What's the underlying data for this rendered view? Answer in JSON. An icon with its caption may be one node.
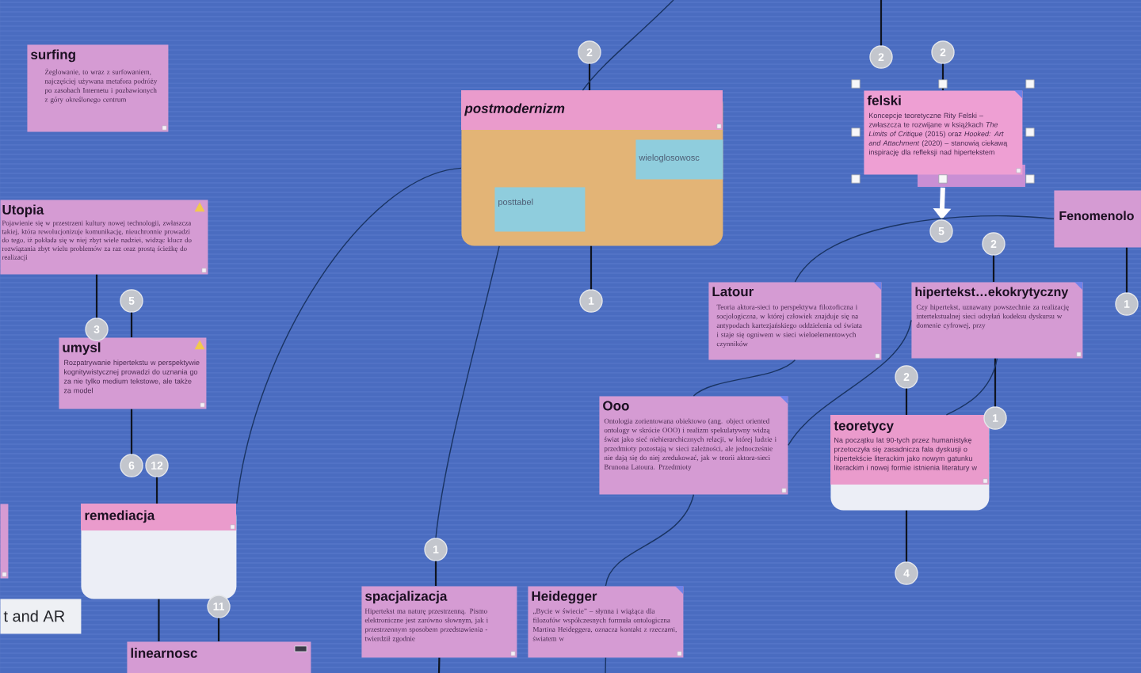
{
  "diagram": {
    "nodes": [
      {
        "text": [
          "surfing",
          "Żeglowanie, to wraz z surfowaniem, najczęściej używana metafora podróży po zasobach Internetu i pozbawionych z góry określonego centrum"
        ]
      },
      {
        "text": [
          "Utopia",
          "Pojawienie się w przestrzeni kultury nowej technologii, zwłaszcza takiej, która rewolucjonizuje komunikację, nieuchronnie prowadzi do tego, iż pokłada się w niej zbyt wiele nadziei, widząc klucz do rozwiązania zbyt wielu problemów za raz oraz prostą ścieżkę do realizacji"
        ]
      },
      {
        "text": [
          "umysl",
          "Rozpatrywanie hipertekstu w perspektywie kognitywistycznej prowadzi do uznania go za nie tylko medium tekstowe, ale także za model"
        ]
      },
      {
        "text": [],
        "shape": "box"
      },
      {
        "text": [
          "remediacja"
        ]
      },
      {
        "text": [
          "t and AR"
        ]
      },
      {
        "text": [
          "linearnosc"
        ]
      },
      {
        "text": [
          "postmodernizm"
        ]
      },
      {
        "text": [
          "wieloglosowosc"
        ],
        "in": 7
      },
      {
        "text": [
          "posttabel"
        ],
        "in": 7
      },
      {
        "text": [
          "spacjalizacja",
          "Hipertekst ma naturę przestrzenną. Pismo elektroniczne jest zarówno słownym, jak i przestrzennym sposobem przedstawienia - twierdził zgodnie"
        ]
      },
      {
        "text": [
          "Heidegger",
          "„Bycie w świecie” – słynna i wiążąca dla filozofów współczesnych formuła ontologiczna Martina Heideggera, oznacza kontakt z rzeczami, światem w"
        ]
      },
      {
        "text": [
          "felski",
          "Koncepcje teoretyczne Rity Felski – zwłaszcza te rozwijane w książkach *The Limits of Critique* (2015) oraz *Hooked: Art and Attachment* (2020) – stanowią ciekawą inspirację dla refleksji nad hipertekstem"
        ]
      },
      {
        "text": [
          "Fenomenolo"
        ]
      },
      {
        "text": [
          "Latour",
          "Teoria aktora-sieci to perspektywa filozoficzna i socjologiczna, w której człowiek znajduje się na antypodach kartezjańskiego oddzielenia od świata i staje się ogniwem w sieci wieloelementowych czynników"
        ]
      },
      {
        "text": [
          "hipertekst…ekokrytyczny",
          "Czy hipertekst, uznawany powszechnie za realizację intertekstualnej sieci odsyłań kodeksu dyskursu w domenie cyfrowej, przy"
        ]
      },
      {
        "text": [
          "Ooo",
          "Ontologia zorientowana obiektowo (ang. object oriented ontology w skrócie OOO) i realizm spekulatywny widzą świat jako sieć niehierarchicznych relacji, w której ludzie i przedmioty pozostają w sieci zależności, ale jednocześnie nie dają się do niej zredukować, jak w teorii aktora-sieci Brunona Latoura. Przedmioty"
        ]
      },
      {
        "text": [
          "teoretycy",
          "Na początku lat 90-tych przez humanistykę przetoczyła się zasadnicza fala dyskusji o hipertekście literackim jako nowym gatunku literackim i nowej formie istnienia literatury w"
        ]
      },
      {
        "text": [
          "2"
        ]
      },
      {
        "text": [
          "2"
        ]
      },
      {
        "text": [
          "2"
        ]
      },
      {
        "text": [
          "5"
        ]
      },
      {
        "text": [
          "2"
        ]
      },
      {
        "text": [
          "5"
        ]
      },
      {
        "text": [
          "1"
        ]
      },
      {
        "text": [
          "1"
        ]
      },
      {
        "text": [
          "3"
        ]
      },
      {
        "text": [
          "2"
        ]
      },
      {
        "text": [
          "1"
        ]
      },
      {
        "text": [
          "6"
        ]
      },
      {
        "text": [
          "12"
        ]
      },
      {
        "text": [
          "1"
        ]
      },
      {
        "text": [
          "4"
        ]
      },
      {
        "text": [
          "11"
        ]
      }
    ],
    "edges": [
      {
        "from": 18,
        "to": 7,
        "arrow": "none"
      },
      {
        "from": 7,
        "to": 24,
        "arrow": "none"
      },
      {
        "from": null,
        "to": 7,
        "arrow": "none",
        "color": "#1a3463"
      },
      {
        "from": null,
        "to": 19,
        "arrow": "none"
      },
      {
        "from": 20,
        "to": 12,
        "arrow": "none"
      },
      {
        "from": 12,
        "to": 21,
        "arrow": "to",
        "style": "thick",
        "color": "#ffffff"
      },
      {
        "from": 22,
        "to": 15,
        "arrow": "none"
      },
      {
        "from": 13,
        "to": 25,
        "arrow": "none"
      },
      {
        "from": 1,
        "to": 26,
        "arrow": "none"
      },
      {
        "from": 23,
        "to": 2,
        "arrow": "none"
      },
      {
        "from": 2,
        "to": 29,
        "arrow": "none"
      },
      {
        "from": 30,
        "to": 4,
        "arrow": "none"
      },
      {
        "from": 4,
        "to": 6,
        "arrow": "none"
      },
      {
        "from": 33,
        "to": 6,
        "arrow": "none"
      },
      {
        "from": 31,
        "to": 10,
        "arrow": "none"
      },
      {
        "from": 7,
        "to": 31,
        "arrow": "none",
        "color": "#1a3463"
      },
      {
        "from": 7,
        "to": 4,
        "arrow": "none",
        "color": "#1a3463"
      },
      {
        "from": 27,
        "to": 17,
        "arrow": "none"
      },
      {
        "from": 17,
        "to": 32,
        "arrow": "none"
      },
      {
        "from": 15,
        "to": 28,
        "arrow": "none"
      },
      {
        "from": 15,
        "to": 17,
        "arrow": "none",
        "color": "#1a3463"
      },
      {
        "from": 16,
        "to": 15,
        "arrow": "none",
        "color": "#1a3463"
      },
      {
        "from": 13,
        "to": 14,
        "arrow": "none",
        "color": "#1a3463"
      },
      {
        "from": 14,
        "to": 16,
        "arrow": "none",
        "color": "#1a3463"
      },
      {
        "from": 16,
        "to": 11,
        "arrow": "none",
        "color": "#1a3463"
      },
      {
        "from": 11,
        "to": null,
        "arrow": "none",
        "color": "#1a3463"
      },
      {
        "from": 10,
        "to": null,
        "arrow": "none"
      }
    ]
  }
}
